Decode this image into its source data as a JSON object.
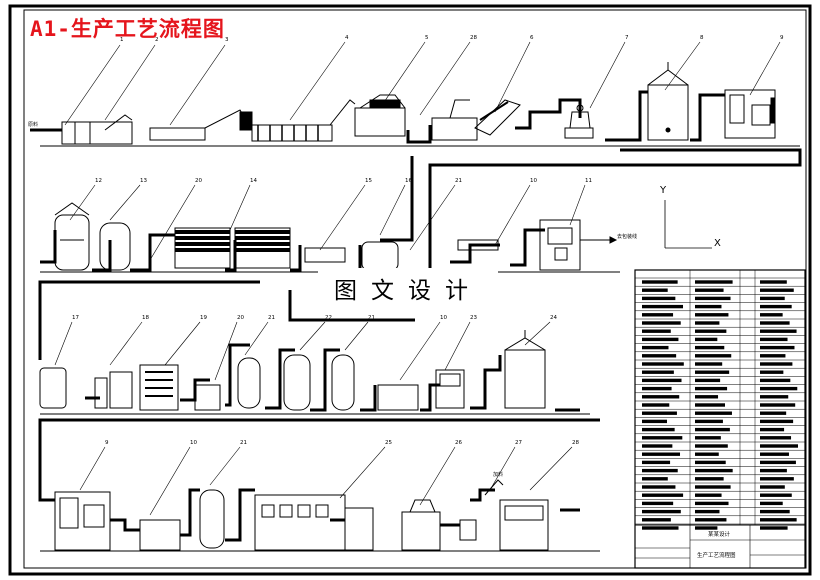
{
  "title": "A1-生产工艺流程图",
  "watermark": "图文设计",
  "axis": {
    "y": "Y",
    "x": "X"
  },
  "side_notes": {
    "inlet": "原料",
    "outlet": "去包装线",
    "feed": "加料"
  },
  "title_block": {
    "company": "某某设计",
    "drawing_name": "生产工艺流程图"
  },
  "callouts": {
    "row1": [
      "1",
      "2",
      "3",
      "4",
      "5",
      "28",
      "6",
      "7",
      "8",
      "9"
    ],
    "row2": [
      "12",
      "13",
      "20",
      "14",
      "15",
      "16",
      "21",
      "10",
      "11"
    ],
    "row3": [
      "17",
      "18",
      "19",
      "20",
      "21",
      "22",
      "21",
      "10",
      "23",
      "24"
    ],
    "row4": [
      "9",
      "10",
      "21",
      "25",
      "26",
      "27",
      "28"
    ]
  },
  "colors": {
    "frame": "#000000",
    "title": "#e5151c",
    "pipe": "#000000"
  }
}
